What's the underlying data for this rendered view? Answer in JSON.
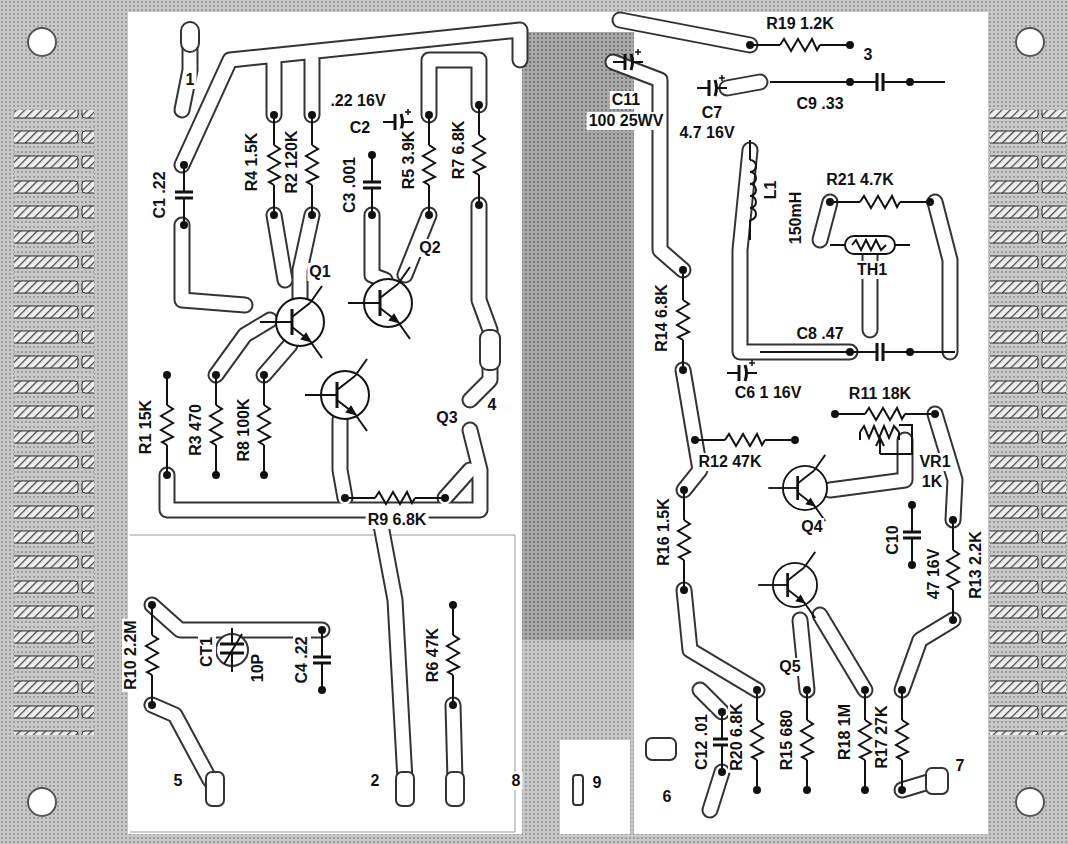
{
  "diagram": {
    "labels": [
      "1",
      "C1 .22",
      "R4 1.5K",
      "R2 120K",
      ".22 16V",
      "C2",
      "C3 .001",
      "R5 3.9K",
      "R7 6.8K",
      "Q1",
      "Q2",
      "Q3",
      "4",
      "R1 15K",
      "R3 470",
      "R8 100K",
      "R9 6.8K",
      "R10 2.2M",
      "CT1",
      "10P",
      "C4 .22",
      "R6 47K",
      "5",
      "2",
      "8",
      "9",
      "6",
      "7",
      "3",
      "R19 1.2K",
      "C11",
      "100 25WV",
      "C7",
      "4.7 16V",
      "C9 .33",
      "L1",
      "150mH",
      "R21 4.7K",
      "TH1",
      "C8 .47",
      "R14 6.8K",
      "C6 1 16V",
      "R11 18K",
      "VR1",
      "1K",
      "R12 47K",
      "Q4",
      "R16 1.5K",
      "C10",
      "47 16V",
      "R13 2.2K",
      "Q5",
      "C12 .01",
      "R20 6.8K",
      "R15 680",
      "R18 1M",
      "R17 27K"
    ]
  }
}
